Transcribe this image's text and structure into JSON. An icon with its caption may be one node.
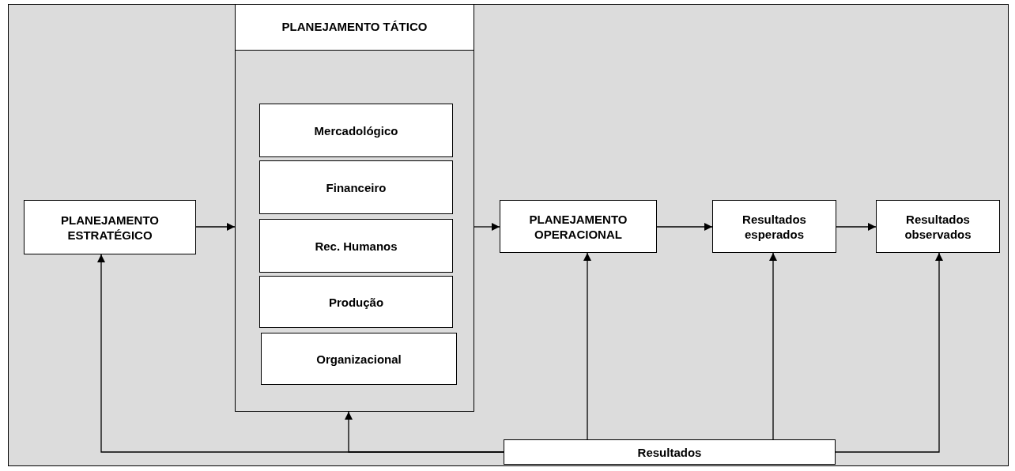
{
  "diagram": {
    "nodes": [
      {
        "text": [
          "PLANEJAMENTO ESTRATÉGICO"
        ]
      },
      {
        "text": [
          "PLANEJAMENTO TÁTICO"
        ]
      },
      {
        "text": [
          "Mercadológico"
        ],
        "in": 1
      },
      {
        "text": [
          "Financeiro"
        ],
        "in": 1
      },
      {
        "text": [
          "Rec. Humanos"
        ],
        "in": 1
      },
      {
        "text": [
          "Produção"
        ],
        "in": 1
      },
      {
        "text": [
          "Organizacional"
        ],
        "in": 1
      },
      {
        "text": [
          "PLANEJAMENTO OPERACIONAL"
        ]
      },
      {
        "text": [
          "Resultados esperados"
        ]
      },
      {
        "text": [
          "Resultados observados"
        ]
      },
      {
        "text": [
          "Resultados"
        ]
      }
    ],
    "edges": [
      {
        "from": 0,
        "to": 1,
        "arrow": "to"
      },
      {
        "from": 1,
        "to": 7,
        "arrow": "to"
      },
      {
        "from": 7,
        "to": 8,
        "arrow": "to"
      },
      {
        "from": 8,
        "to": 9,
        "arrow": "to"
      },
      {
        "from": 10,
        "to": 0,
        "arrow": "to"
      },
      {
        "from": 10,
        "to": 1,
        "arrow": "to"
      },
      {
        "from": 10,
        "to": 7,
        "arrow": "to"
      },
      {
        "from": 10,
        "to": 8,
        "arrow": "to"
      },
      {
        "from": 10,
        "to": 9,
        "arrow": "to"
      }
    ]
  }
}
